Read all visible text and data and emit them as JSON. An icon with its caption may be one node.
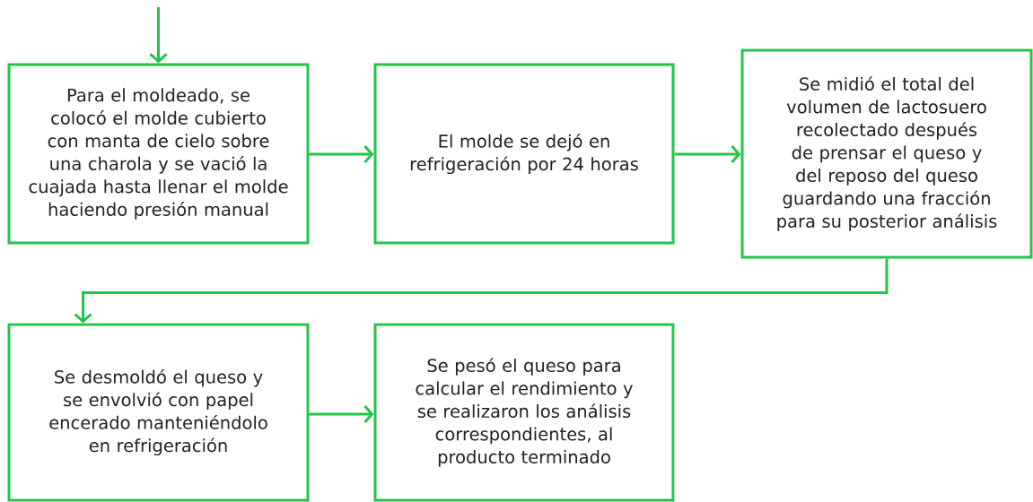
{
  "diagram": {
    "nodes": [
      {
        "text": [
          "Para el moldeado, se colocó el molde cubierto con manta de cielo sobre una charola y se vació la cuajada hasta llenar el molde haciendo presión manual"
        ]
      },
      {
        "text": [
          "El molde se dejó en refrigeración por 24 horas"
        ]
      },
      {
        "text": [
          "Se midió el total del volumen de lactosuero recolectado después de prensar el queso y del reposo del queso guardando una fracción para su posterior análisis"
        ]
      },
      {
        "text": [
          "Se desmoldó el queso y se envolvió con papel encerado manteniéndolo en refrigeración"
        ]
      },
      {
        "text": [
          "Se pesó el queso para calcular el rendimiento y se realizaron los análisis correspondientes, al producto terminado"
        ]
      }
    ],
    "edges": [
      {
        "from": null,
        "to": 0,
        "arrow": "to"
      },
      {
        "from": 0,
        "to": 1,
        "arrow": "to"
      },
      {
        "from": 1,
        "to": 2,
        "arrow": "to"
      },
      {
        "from": 2,
        "to": 3,
        "arrow": "to"
      },
      {
        "from": 3,
        "to": 4,
        "arrow": "to"
      }
    ]
  }
}
